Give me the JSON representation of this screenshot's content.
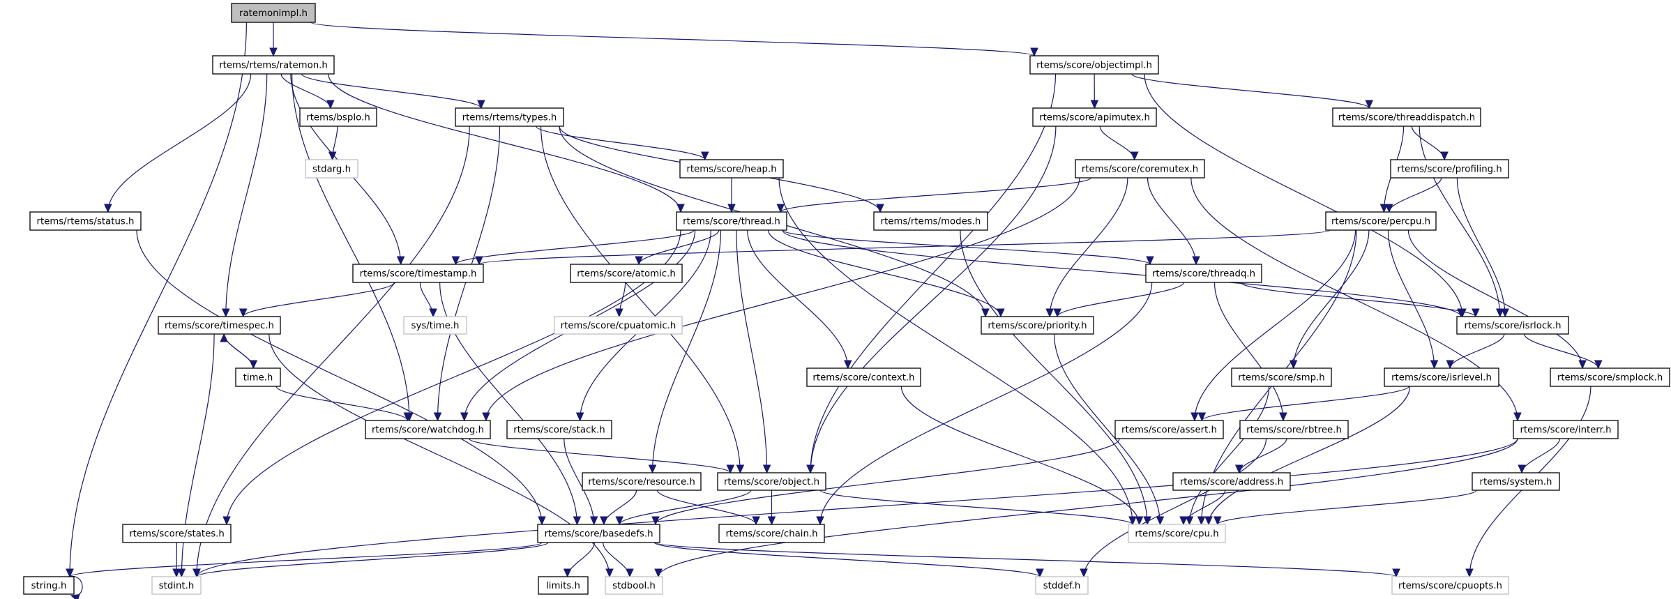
{
  "graph": {
    "title": "ratemonimpl.h include dependency graph",
    "colors": {
      "edge": "#191970",
      "root_fill": "#bfbfbf",
      "node_border": "#000000",
      "external_border": "#bfbfbf"
    },
    "nodes": [
      {
        "id": "ratemonimpl",
        "label": "ratemonimpl.h",
        "kind": "root"
      },
      {
        "id": "ratemon",
        "label": "rtems/rtems/ratemon.h",
        "kind": "local"
      },
      {
        "id": "objectimpl",
        "label": "rtems/score/objectimpl.h",
        "kind": "local"
      },
      {
        "id": "bspio",
        "label": "rtems/bspIo.h",
        "kind": "local"
      },
      {
        "id": "types",
        "label": "rtems/rtems/types.h",
        "kind": "local"
      },
      {
        "id": "apimutex",
        "label": "rtems/score/apimutex.h",
        "kind": "local"
      },
      {
        "id": "threaddispatch",
        "label": "rtems/score/threaddispatch.h",
        "kind": "local"
      },
      {
        "id": "stdarg",
        "label": "stdarg.h",
        "kind": "external"
      },
      {
        "id": "heap",
        "label": "rtems/score/heap.h",
        "kind": "local"
      },
      {
        "id": "coremutex",
        "label": "rtems/score/coremutex.h",
        "kind": "local"
      },
      {
        "id": "profiling",
        "label": "rtems/score/profiling.h",
        "kind": "local"
      },
      {
        "id": "status",
        "label": "rtems/rtems/status.h",
        "kind": "local"
      },
      {
        "id": "thread",
        "label": "rtems/score/thread.h",
        "kind": "local"
      },
      {
        "id": "modes",
        "label": "rtems/rtems/modes.h",
        "kind": "local"
      },
      {
        "id": "percpu",
        "label": "rtems/score/percpu.h",
        "kind": "local"
      },
      {
        "id": "timestamp",
        "label": "rtems/score/timestamp.h",
        "kind": "local"
      },
      {
        "id": "atomic",
        "label": "rtems/score/atomic.h",
        "kind": "local"
      },
      {
        "id": "threadq",
        "label": "rtems/score/threadq.h",
        "kind": "local"
      },
      {
        "id": "timespec",
        "label": "rtems/score/timespec.h",
        "kind": "local"
      },
      {
        "id": "systime",
        "label": "sys/time.h",
        "kind": "external"
      },
      {
        "id": "cpuatomic",
        "label": "rtems/score/cpuatomic.h",
        "kind": "external"
      },
      {
        "id": "priority",
        "label": "rtems/score/priority.h",
        "kind": "local"
      },
      {
        "id": "isrlock",
        "label": "rtems/score/isrlock.h",
        "kind": "local"
      },
      {
        "id": "time",
        "label": "time.h",
        "kind": "local"
      },
      {
        "id": "context",
        "label": "rtems/score/context.h",
        "kind": "local"
      },
      {
        "id": "smp",
        "label": "rtems/score/smp.h",
        "kind": "local"
      },
      {
        "id": "isrlevel",
        "label": "rtems/score/isrlevel.h",
        "kind": "local"
      },
      {
        "id": "smplock",
        "label": "rtems/score/smplock.h",
        "kind": "local"
      },
      {
        "id": "watchdog",
        "label": "rtems/score/watchdog.h",
        "kind": "local"
      },
      {
        "id": "stack",
        "label": "rtems/score/stack.h",
        "kind": "local"
      },
      {
        "id": "assert",
        "label": "rtems/score/assert.h",
        "kind": "local"
      },
      {
        "id": "rbtree",
        "label": "rtems/score/rbtree.h",
        "kind": "local"
      },
      {
        "id": "interr",
        "label": "rtems/score/interr.h",
        "kind": "local"
      },
      {
        "id": "resource",
        "label": "rtems/score/resource.h",
        "kind": "local"
      },
      {
        "id": "object",
        "label": "rtems/score/object.h",
        "kind": "local"
      },
      {
        "id": "address",
        "label": "rtems/score/address.h",
        "kind": "local"
      },
      {
        "id": "system",
        "label": "rtems/system.h",
        "kind": "local"
      },
      {
        "id": "states",
        "label": "rtems/score/states.h",
        "kind": "local"
      },
      {
        "id": "basedefs",
        "label": "rtems/score/basedefs.h",
        "kind": "local"
      },
      {
        "id": "chain",
        "label": "rtems/score/chain.h",
        "kind": "local"
      },
      {
        "id": "cpu",
        "label": "rtems/score/cpu.h",
        "kind": "external"
      },
      {
        "id": "string",
        "label": "string.h",
        "kind": "local"
      },
      {
        "id": "stdint",
        "label": "stdint.h",
        "kind": "external"
      },
      {
        "id": "limits",
        "label": "limits.h",
        "kind": "local"
      },
      {
        "id": "stdbool",
        "label": "stdbool.h",
        "kind": "external"
      },
      {
        "id": "stddef",
        "label": "stddef.h",
        "kind": "external"
      },
      {
        "id": "cpuopts",
        "label": "rtems/score/cpuopts.h",
        "kind": "external"
      }
    ],
    "edges": [
      [
        "ratemonimpl",
        "string"
      ],
      [
        "ratemonimpl",
        "ratemon"
      ],
      [
        "ratemonimpl",
        "objectimpl"
      ],
      [
        "ratemon",
        "status"
      ],
      [
        "ratemon",
        "timespec"
      ],
      [
        "ratemon",
        "watchdog"
      ],
      [
        "ratemon",
        "timestamp"
      ],
      [
        "ratemon",
        "bspio"
      ],
      [
        "ratemon",
        "types"
      ],
      [
        "ratemon",
        "thread"
      ],
      [
        "bspio",
        "stdarg"
      ],
      [
        "types",
        "stdint"
      ],
      [
        "types",
        "watchdog"
      ],
      [
        "types",
        "object"
      ],
      [
        "types",
        "heap"
      ],
      [
        "types",
        "modes"
      ],
      [
        "types",
        "priority"
      ],
      [
        "status",
        "basedefs"
      ],
      [
        "heap",
        "thread"
      ],
      [
        "heap",
        "cpu"
      ],
      [
        "thread",
        "timestamp"
      ],
      [
        "thread",
        "atomic"
      ],
      [
        "thread",
        "states"
      ],
      [
        "thread",
        "watchdog"
      ],
      [
        "thread",
        "stack"
      ],
      [
        "thread",
        "resource"
      ],
      [
        "thread",
        "object"
      ],
      [
        "thread",
        "context"
      ],
      [
        "thread",
        "priority"
      ],
      [
        "thread",
        "threadq"
      ],
      [
        "thread",
        "isrlock"
      ],
      [
        "atomic",
        "cpuatomic"
      ],
      [
        "timestamp",
        "timespec"
      ],
      [
        "timestamp",
        "systime"
      ],
      [
        "timestamp",
        "basedefs"
      ],
      [
        "timespec",
        "time"
      ],
      [
        "timespec",
        "stdint"
      ],
      [
        "timespec",
        "stdbool"
      ],
      [
        "time",
        "timespec"
      ],
      [
        "time",
        "watchdog"
      ],
      [
        "modes",
        "cpu"
      ],
      [
        "objectimpl",
        "object"
      ],
      [
        "objectimpl",
        "apimutex"
      ],
      [
        "objectimpl",
        "threaddispatch"
      ],
      [
        "objectimpl",
        "isrlock"
      ],
      [
        "apimutex",
        "coremutex"
      ],
      [
        "apimutex",
        "object"
      ],
      [
        "coremutex",
        "thread"
      ],
      [
        "coremutex",
        "priority"
      ],
      [
        "coremutex",
        "threadq"
      ],
      [
        "coremutex",
        "watchdog"
      ],
      [
        "coremutex",
        "interr"
      ],
      [
        "threaddispatch",
        "percpu"
      ],
      [
        "threaddispatch",
        "profiling"
      ],
      [
        "threaddispatch",
        "isrlock"
      ],
      [
        "profiling",
        "percpu"
      ],
      [
        "profiling",
        "isrlock"
      ],
      [
        "percpu",
        "timestamp"
      ],
      [
        "percpu",
        "assert"
      ],
      [
        "percpu",
        "smp"
      ],
      [
        "percpu",
        "isrlevel"
      ],
      [
        "percpu",
        "cpu"
      ],
      [
        "percpu",
        "smplock"
      ],
      [
        "threadq",
        "priority"
      ],
      [
        "threadq",
        "isrlock"
      ],
      [
        "threadq",
        "rbtree"
      ],
      [
        "threadq",
        "chain"
      ],
      [
        "isrlock",
        "isrlevel"
      ],
      [
        "isrlock",
        "smplock"
      ],
      [
        "isrlevel",
        "assert"
      ],
      [
        "isrlevel",
        "cpu"
      ],
      [
        "smplock",
        "cpuopts"
      ],
      [
        "smp",
        "cpu"
      ],
      [
        "priority",
        "cpu"
      ],
      [
        "context",
        "cpu"
      ],
      [
        "watchdog",
        "object"
      ],
      [
        "stack",
        "basedefs"
      ],
      [
        "resource",
        "basedefs"
      ],
      [
        "resource",
        "chain"
      ],
      [
        "object",
        "basedefs"
      ],
      [
        "object",
        "chain"
      ],
      [
        "object",
        "cpu"
      ],
      [
        "assert",
        "basedefs"
      ],
      [
        "rbtree",
        "address"
      ],
      [
        "rbtree",
        "stddef"
      ],
      [
        "address",
        "cpu"
      ],
      [
        "interr",
        "system"
      ],
      [
        "interr",
        "stdint"
      ],
      [
        "interr",
        "stdbool"
      ],
      [
        "system",
        "cpu"
      ],
      [
        "states",
        "stdint"
      ],
      [
        "basedefs",
        "string"
      ],
      [
        "basedefs",
        "stdint"
      ],
      [
        "basedefs",
        "limits"
      ],
      [
        "basedefs",
        "stdbool"
      ],
      [
        "basedefs",
        "stddef"
      ],
      [
        "basedefs",
        "cpuopts"
      ],
      [
        "string",
        "string"
      ]
    ]
  }
}
